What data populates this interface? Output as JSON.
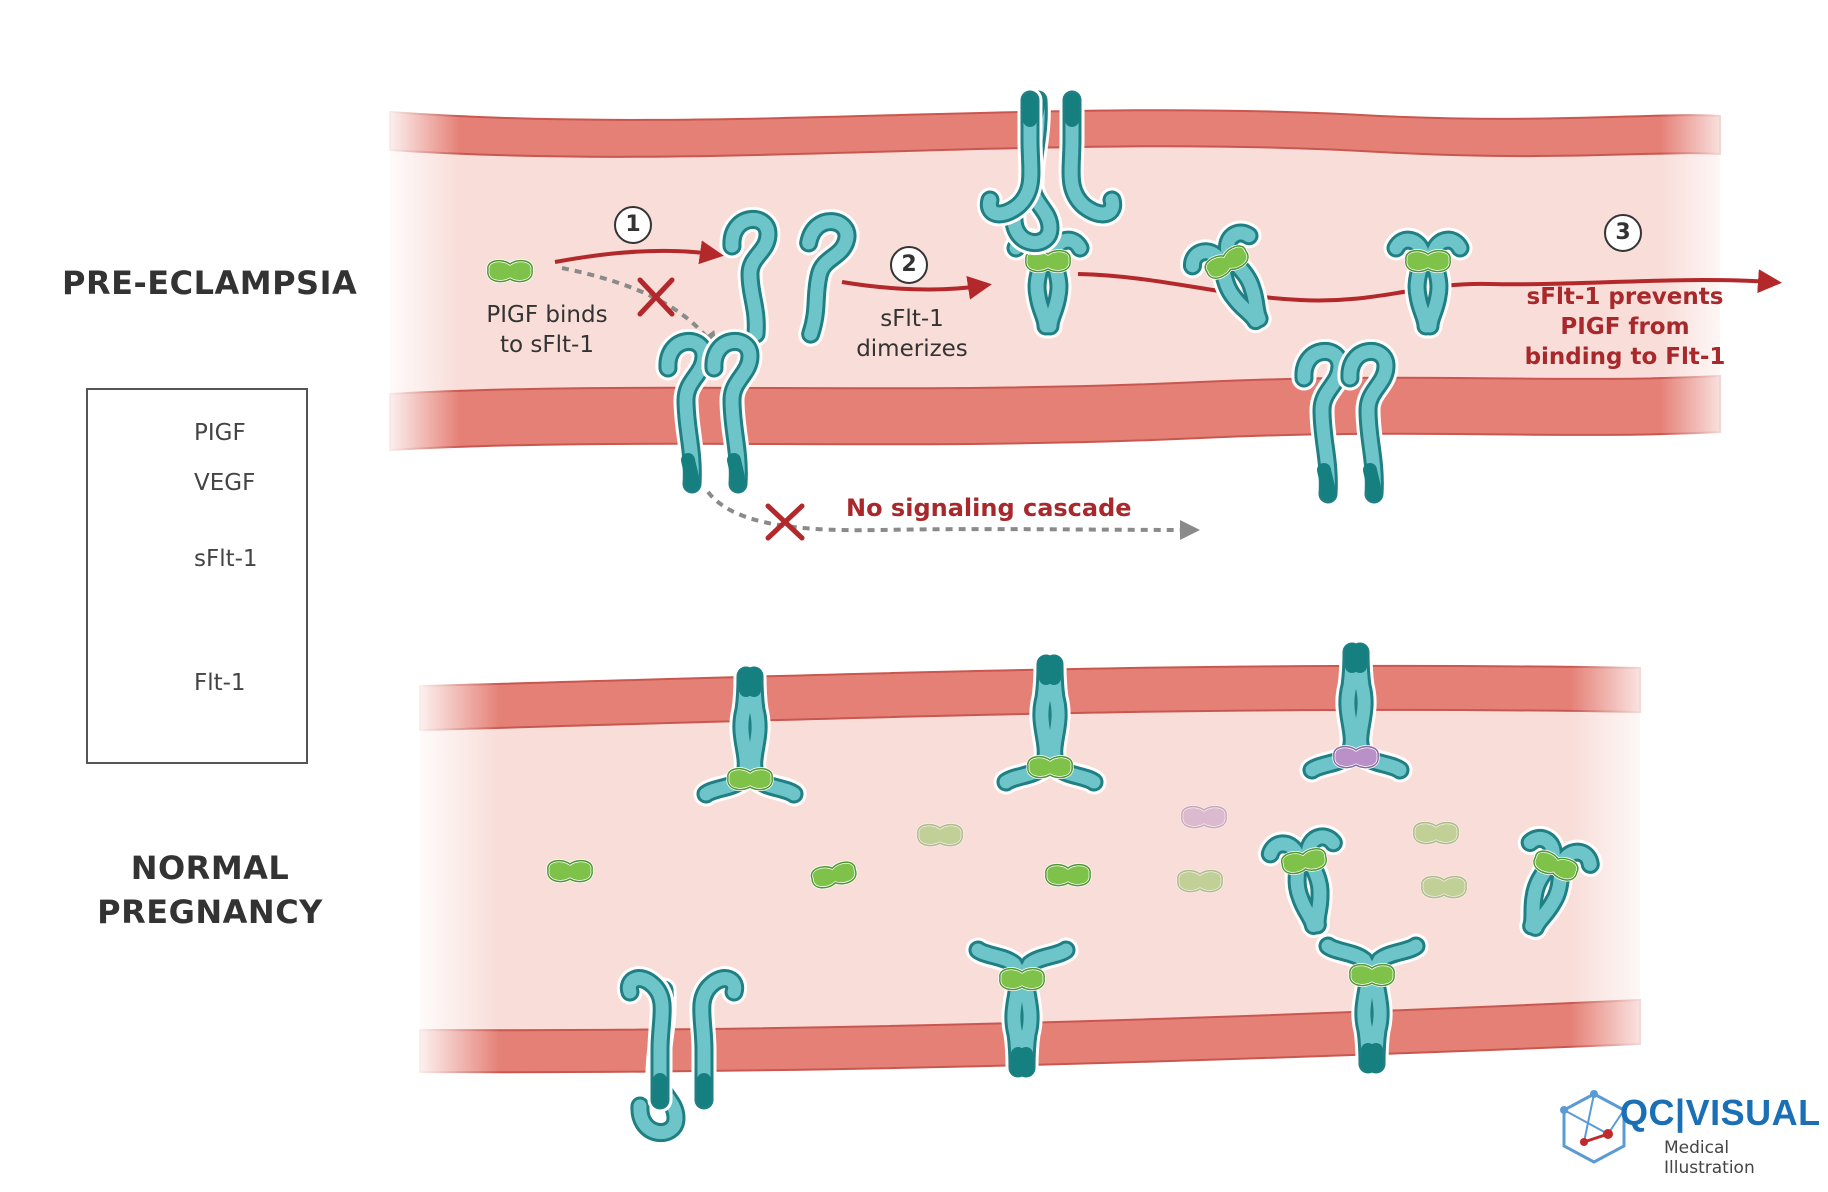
{
  "labels": {
    "pre_eclampsia": "PRE-ECLAMPSIA",
    "normal_pregnancy": "NORMAL\nPREGNANCY"
  },
  "steps": {
    "step1": "1",
    "step2": "2",
    "step3": "3",
    "step1_caption": "PIGF binds\nto sFlt-1",
    "step2_caption": "sFlt-1\ndimerizes",
    "step3_caption": "sFlt-1 prevents\nPIGF from\nbinding to Flt-1",
    "no_signal": "No signaling cascade"
  },
  "legend": {
    "pigf": "PIGF",
    "vegf": "VEGF",
    "sflt": "sFlt-1",
    "flt": "Flt-1"
  },
  "brand": {
    "logo": "QC|VISUAL",
    "sub": "Medical Illustration"
  },
  "colors": {
    "vessel_wall": "#e58076",
    "vessel_lumen": "#f8ddd8",
    "receptor": "#6ec5c9",
    "receptor_dark": "#167f80",
    "pigf": "#7fc24a",
    "vegf": "#b990c8",
    "accent_red": "#a8282b"
  }
}
